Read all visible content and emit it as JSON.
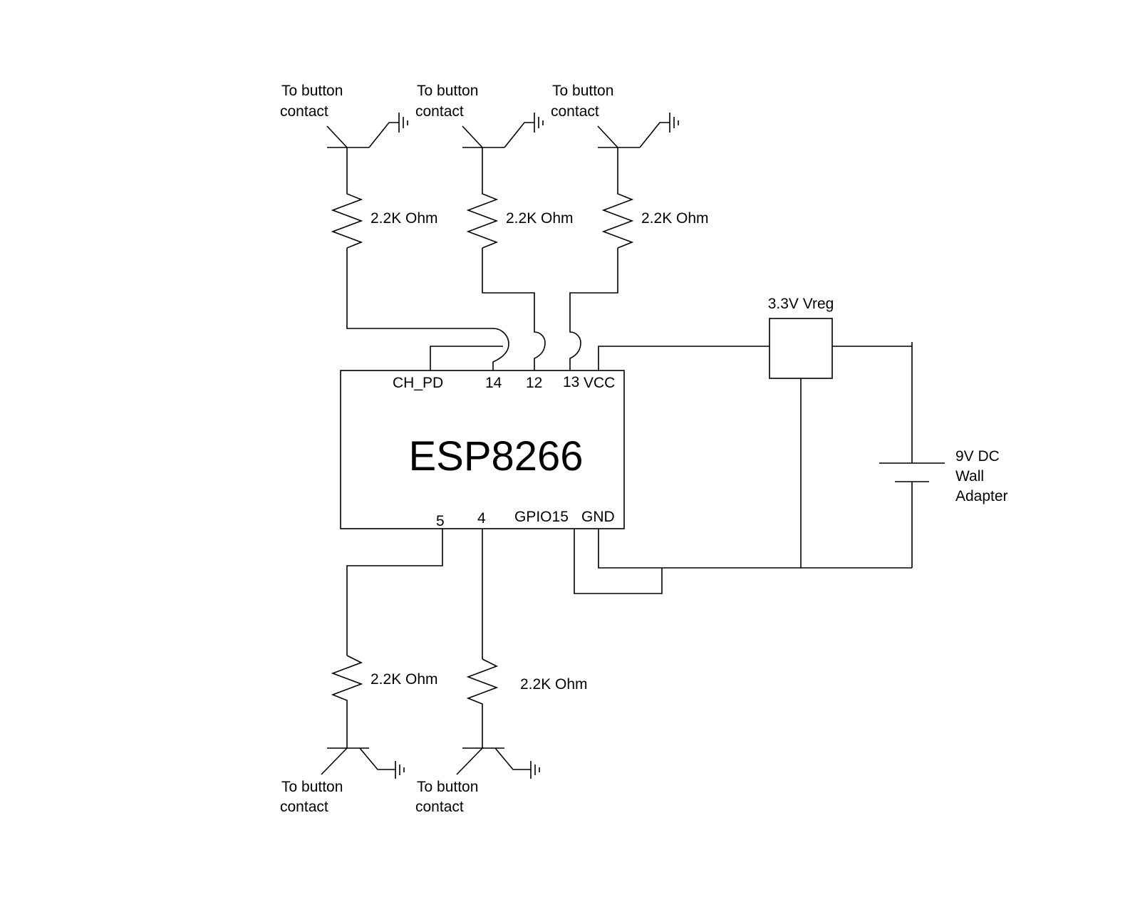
{
  "chip": {
    "name": "ESP8266",
    "pins_top": {
      "ch_pd": "CH_PD",
      "p14": "14",
      "p12": "12",
      "p13": "13",
      "vcc": "VCC"
    },
    "pins_bottom": {
      "p5": "5",
      "p4": "4",
      "gpio15": "GPIO15",
      "gnd": "GND"
    }
  },
  "regulator": {
    "label": "3.3V Vreg"
  },
  "power_source": {
    "line1": "9V DC",
    "line2": "Wall",
    "line3": "Adapter"
  },
  "top_buttons": [
    {
      "line1": "To button",
      "line2": "contact",
      "resistor": "2.2K Ohm"
    },
    {
      "line1": "To button",
      "line2": "contact",
      "resistor": "2.2K Ohm"
    },
    {
      "line1": "To button",
      "line2": "contact",
      "resistor": "2.2K Ohm"
    }
  ],
  "bottom_buttons": [
    {
      "line1": "To button",
      "line2": "contact",
      "resistor": "2.2K Ohm"
    },
    {
      "line1": "To button",
      "line2": "contact",
      "resistor": "2.2K Ohm"
    }
  ]
}
